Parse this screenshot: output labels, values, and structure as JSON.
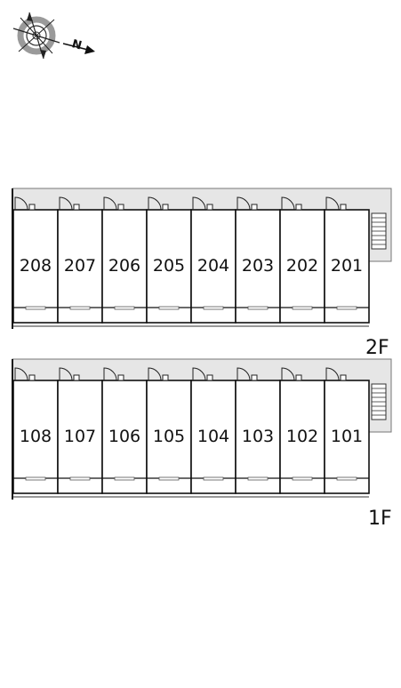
{
  "compass": {
    "icon": "compass-rose-icon",
    "north_letter": "N"
  },
  "floors": [
    {
      "label": "2F",
      "rooms": [
        "208",
        "207",
        "206",
        "205",
        "204",
        "203",
        "202",
        "201"
      ]
    },
    {
      "label": "1F",
      "rooms": [
        "108",
        "107",
        "106",
        "105",
        "104",
        "103",
        "102",
        "101"
      ]
    }
  ],
  "colors": {
    "corridor": "#e6e6e6",
    "wall": "#111111",
    "balcony_line": "#333333"
  }
}
